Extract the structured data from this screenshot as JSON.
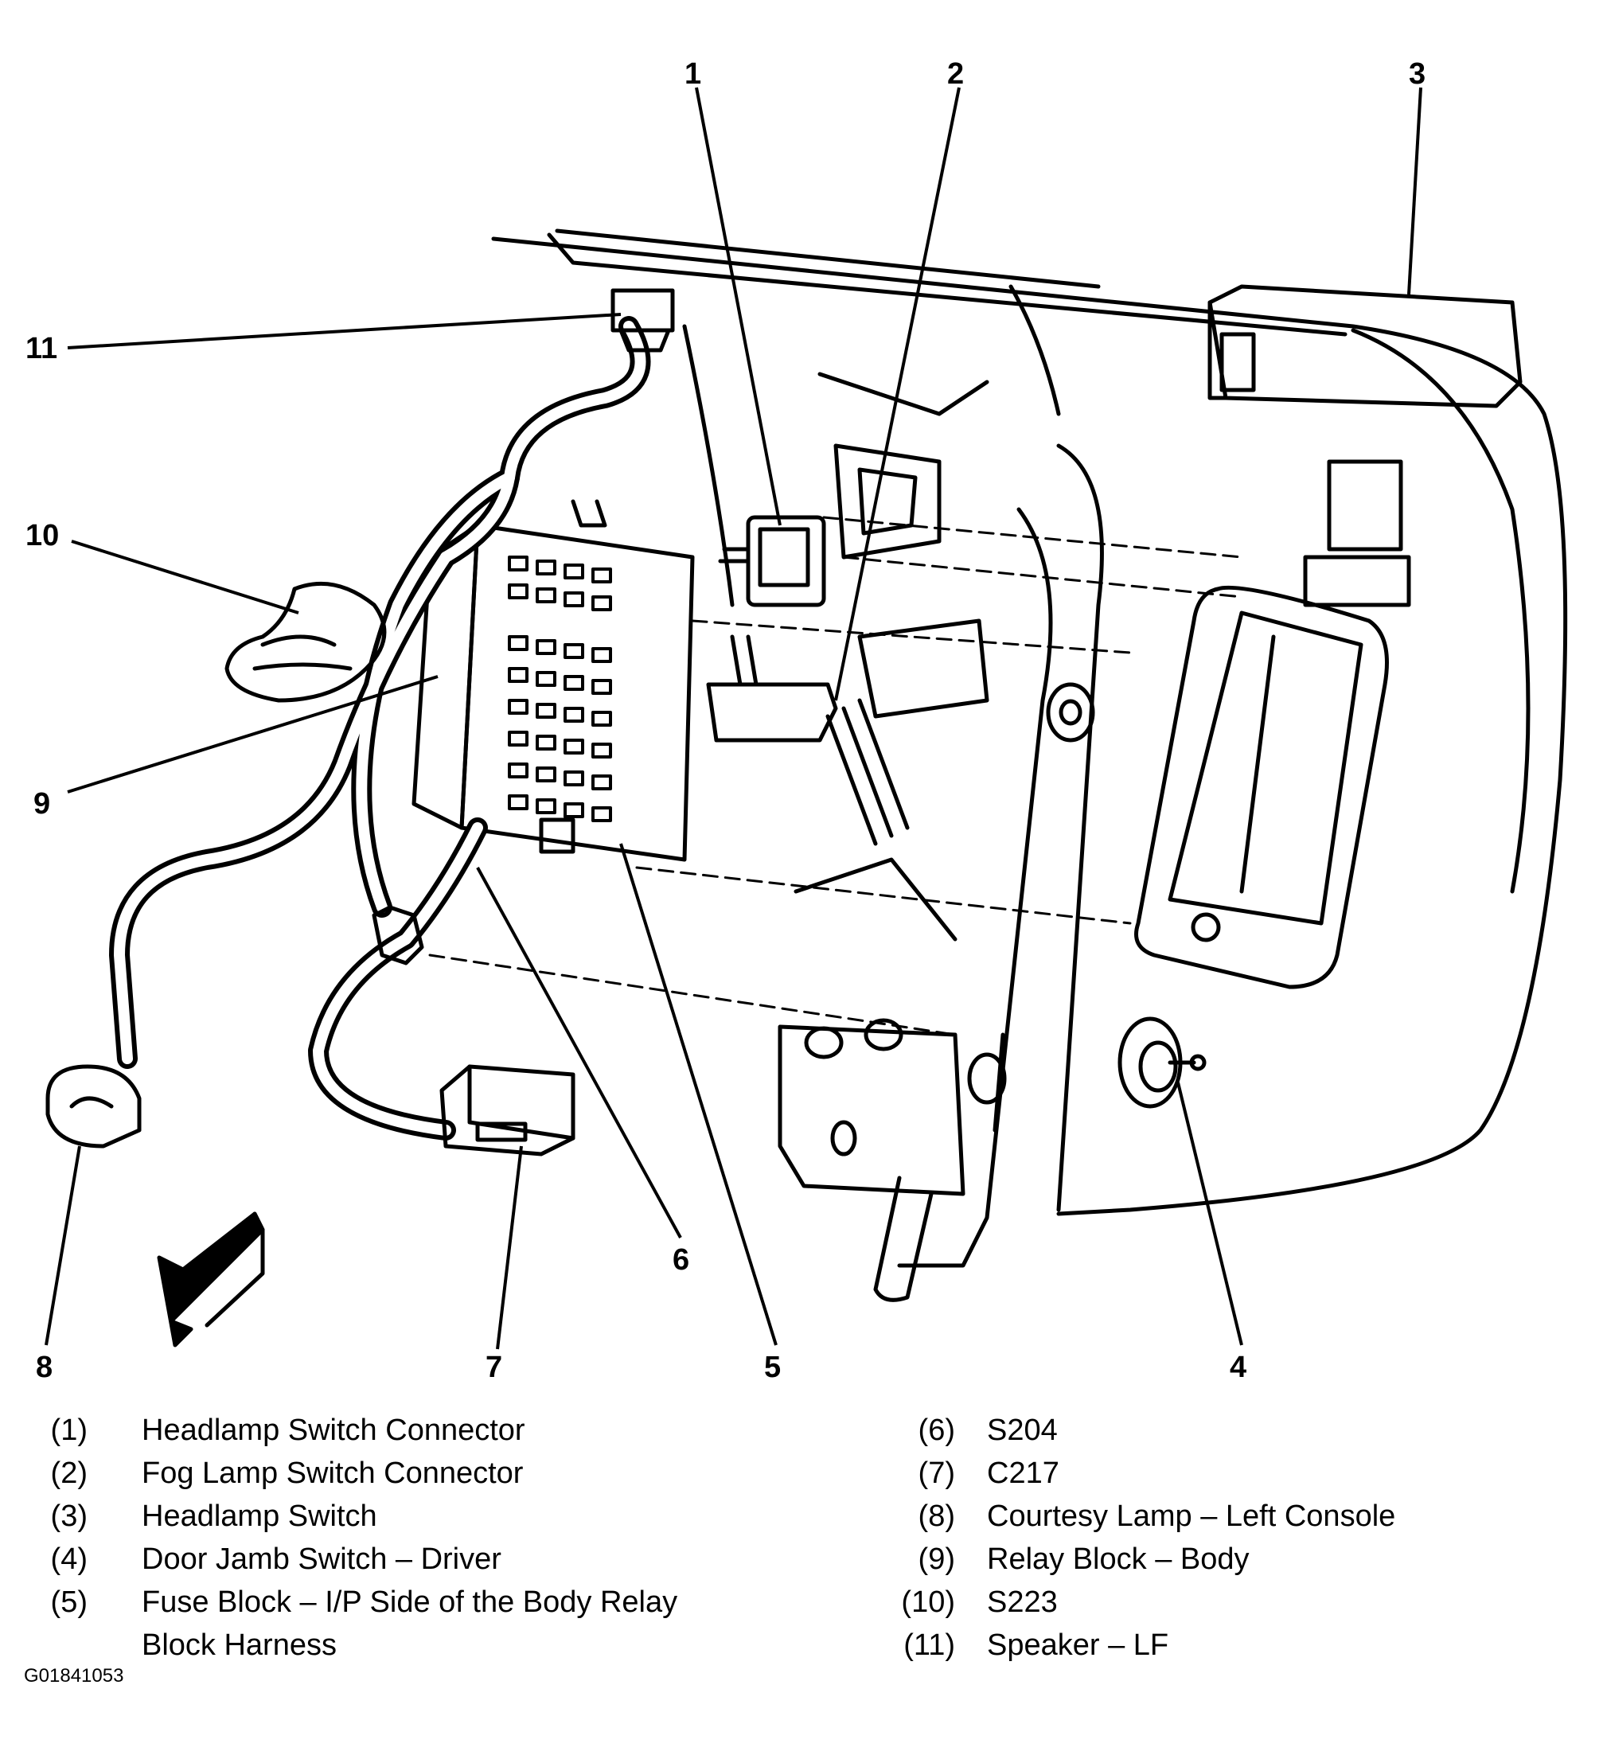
{
  "callouts": [
    "1",
    "2",
    "3",
    "4",
    "5",
    "6",
    "7",
    "8",
    "9",
    "10",
    "11"
  ],
  "legend": {
    "left": [
      {
        "num": "(1)",
        "text": "Headlamp Switch Connector"
      },
      {
        "num": "(2)",
        "text": "Fog Lamp Switch Connector"
      },
      {
        "num": "(3)",
        "text": "Headlamp Switch"
      },
      {
        "num": "(4)",
        "text": "Door Jamb Switch – Driver"
      },
      {
        "num": "(5)",
        "text": "Fuse Block – I/P Side of the Body Relay Block Harness"
      }
    ],
    "right": [
      {
        "num": "(6)",
        "text": "S204"
      },
      {
        "num": "(7)",
        "text": "C217"
      },
      {
        "num": "(8)",
        "text": "Courtesy Lamp – Left Console"
      },
      {
        "num": "(9)",
        "text": "Relay Block – Body"
      },
      {
        "num": "(10)",
        "text": "S223"
      },
      {
        "num": "(11)",
        "text": "Speaker – LF"
      }
    ]
  },
  "figure_id": "G01841053"
}
